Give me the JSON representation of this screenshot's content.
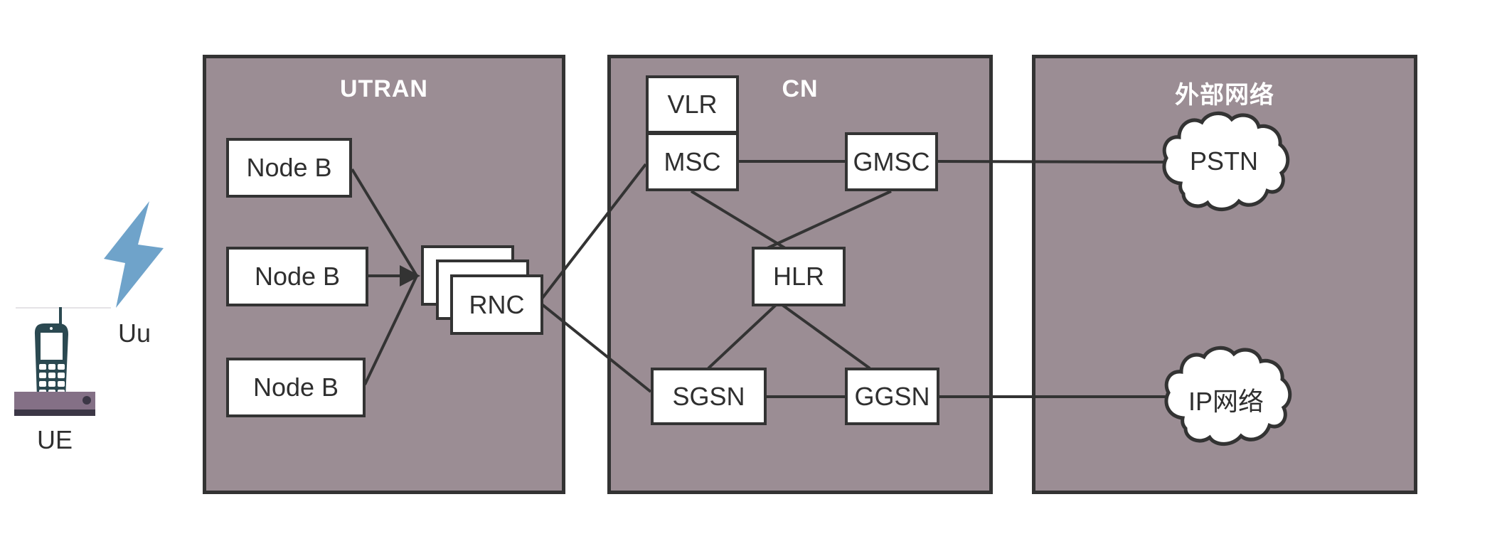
{
  "regions": {
    "utran": {
      "title": "UTRAN"
    },
    "cn": {
      "title": "CN"
    },
    "external": {
      "title": "外部网络"
    }
  },
  "nodes": {
    "node_b_1": "Node B",
    "node_b_2": "Node B",
    "node_b_3": "Node B",
    "rnc": "RNC",
    "vlr": "VLR",
    "msc": "MSC",
    "gmsc": "GMSC",
    "hlr": "HLR",
    "sgsn": "SGSN",
    "ggsn": "GGSN"
  },
  "clouds": {
    "pstn": "PSTN",
    "ip_network": "IP网络"
  },
  "ue": {
    "device_label": "UE",
    "interface_label": "Uu"
  },
  "colors": {
    "region_fill": "#9B8D94",
    "outline": "#333333",
    "title_text": "#FFFFFF",
    "node_text": "#2F2F2F",
    "lightning": "#6FA3CA",
    "phone_body": "#2B4951",
    "dock": "#847086",
    "dock_base": "#3C3746"
  },
  "connections": [
    {
      "from": "node-b-1",
      "to": "rnc",
      "arrow": false
    },
    {
      "from": "node-b-2",
      "to": "rnc",
      "arrow": true
    },
    {
      "from": "node-b-3",
      "to": "rnc",
      "arrow": false
    },
    {
      "from": "rnc",
      "to": "msc",
      "arrow": false
    },
    {
      "from": "rnc",
      "to": "sgsn",
      "arrow": false
    },
    {
      "from": "vlr",
      "to": "msc",
      "arrow": false
    },
    {
      "from": "msc",
      "to": "gmsc",
      "arrow": false
    },
    {
      "from": "gmsc",
      "to": "pstn",
      "arrow": false
    },
    {
      "from": "msc",
      "to": "hlr",
      "arrow": false
    },
    {
      "from": "gmsc",
      "to": "hlr",
      "arrow": false
    },
    {
      "from": "hlr",
      "to": "sgsn",
      "arrow": false
    },
    {
      "from": "hlr",
      "to": "ggsn",
      "arrow": false
    },
    {
      "from": "sgsn",
      "to": "ggsn",
      "arrow": false
    },
    {
      "from": "ggsn",
      "to": "ip-network",
      "arrow": false
    }
  ]
}
